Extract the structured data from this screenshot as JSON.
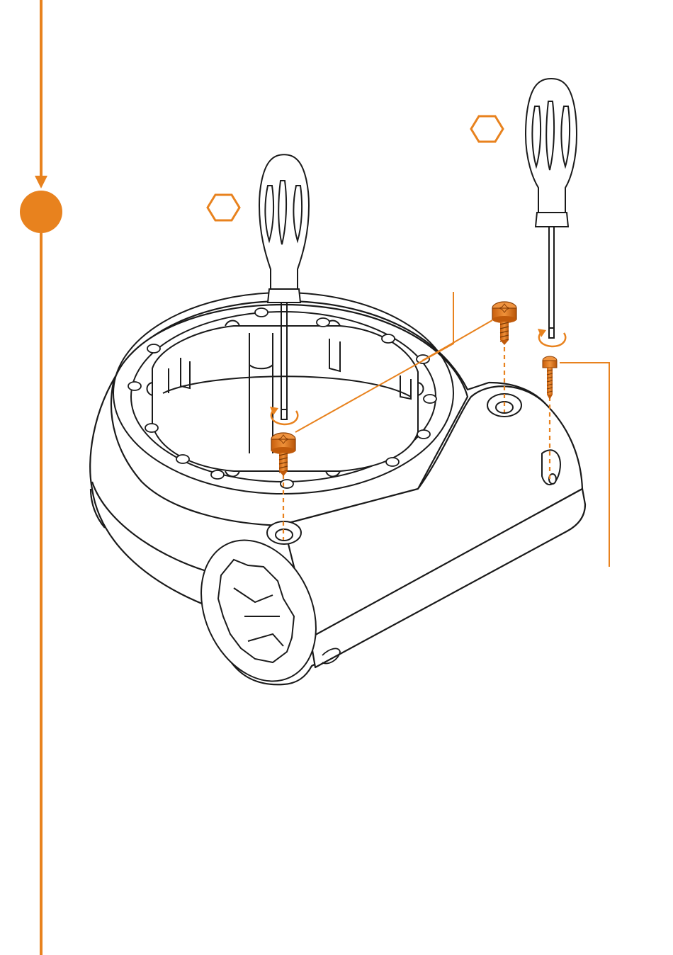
{
  "colors": {
    "accent": "#E8821E",
    "line": "#1a1a1a",
    "background": "#ffffff"
  },
  "timeline": {
    "step_marker": "filled-circle",
    "direction": "down"
  },
  "tools": [
    {
      "name": "screwdriver-left",
      "bit_icon": "hexagon-icon"
    },
    {
      "name": "screwdriver-right",
      "bit_icon": "hexagon-icon"
    }
  ],
  "screws": [
    {
      "name": "screw-large-left",
      "count": 1
    },
    {
      "name": "screw-large-top",
      "count": 1
    },
    {
      "name": "screw-small-right",
      "count": 1
    }
  ]
}
